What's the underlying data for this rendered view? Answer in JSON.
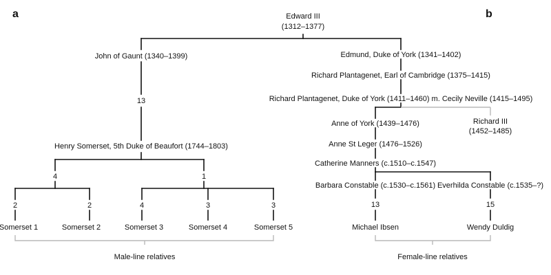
{
  "panels": {
    "a": "a",
    "b": "b"
  },
  "root": {
    "name": "Edward III",
    "dates": "(1312–1377)"
  },
  "male_line": {
    "ancestor": "John of Gaunt (1340–1399)",
    "generations": "13",
    "descendant": "Henry Somerset, 5th Duke of Beaufort (1744–1803)",
    "branch_left_count": "4",
    "branch_right_count": "1",
    "relatives": [
      {
        "count": "2",
        "name": "Somerset 1"
      },
      {
        "count": "2",
        "name": "Somerset 2"
      },
      {
        "count": "4",
        "name": "Somerset 3"
      },
      {
        "count": "3",
        "name": "Somerset 4"
      },
      {
        "count": "3",
        "name": "Somerset 5"
      }
    ],
    "group_label": "Male-line relatives"
  },
  "female_line": {
    "edmund": "Edmund, Duke of York (1341–1402)",
    "richard_cambridge": "Richard Plantagenet, Earl of Cambridge (1375–1415)",
    "richard_york": "Richard Plantagenet, Duke of York (1411–1460) m. Cecily Neville (1415–1495)",
    "anne_york": "Anne of York (1439–1476)",
    "richard_iii": {
      "name": "Richard III",
      "dates": "(1452–1485)"
    },
    "anne_st_leger": "Anne St Leger (1476–1526)",
    "catherine": "Catherine Manners (c.1510–c.1547)",
    "barbara": "Barbara Constable (c.1530–c.1561)",
    "everhilda": "Everhilda Constable (c.1535–?)",
    "barbara_generations": "13",
    "everhilda_generations": "15",
    "relative_1": "Michael Ibsen",
    "relative_2": "Wendy Duldig",
    "group_label": "Female-line relatives"
  }
}
